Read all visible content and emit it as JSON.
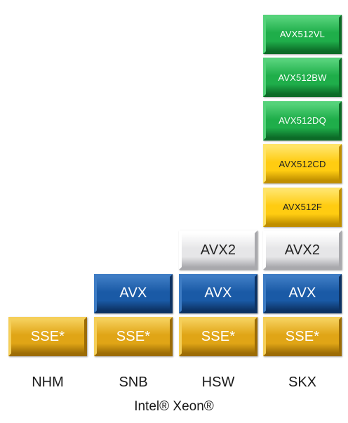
{
  "palette": {
    "gold": {
      "fill": "#e0a516",
      "light": "#f5cf5a",
      "dark": "#9c6c05",
      "text": "#ffffff"
    },
    "blue": {
      "fill": "#1a5aa6",
      "light": "#3e7cc4",
      "dark": "#0d3263",
      "text": "#ffffff"
    },
    "silver": {
      "fill": "#e6e6e8",
      "light": "#ffffff",
      "dark": "#a9a9ad",
      "text": "#222222"
    },
    "yellow": {
      "fill": "#ffcc11",
      "light": "#ffe468",
      "dark": "#c08f00",
      "text": "#222222"
    },
    "green": {
      "fill": "#1fae4a",
      "light": "#55d27a",
      "dark": "#0c6b27",
      "text": "#ffffff"
    }
  },
  "columns": [
    {
      "label": "NHM",
      "blocks": [
        {
          "text": "SSE*",
          "color": "gold"
        }
      ]
    },
    {
      "label": "SNB",
      "blocks": [
        {
          "text": "SSE*",
          "color": "gold"
        },
        {
          "text": "AVX",
          "color": "blue"
        }
      ]
    },
    {
      "label": "HSW",
      "blocks": [
        {
          "text": "SSE*",
          "color": "gold"
        },
        {
          "text": "AVX",
          "color": "blue"
        },
        {
          "text": "AVX2",
          "color": "silver"
        }
      ]
    },
    {
      "label": "SKX",
      "blocks": [
        {
          "text": "SSE*",
          "color": "gold"
        },
        {
          "text": "AVX",
          "color": "blue"
        },
        {
          "text": "AVX2",
          "color": "silver"
        },
        {
          "text": "AVX512F",
          "color": "yellow"
        },
        {
          "text": "AVX512CD",
          "color": "yellow"
        },
        {
          "text": "AVX512DQ",
          "color": "green"
        },
        {
          "text": "AVX512BW",
          "color": "green"
        },
        {
          "text": "AVX512VL",
          "color": "green"
        }
      ]
    }
  ],
  "footer_label": "Intel® Xeon®"
}
